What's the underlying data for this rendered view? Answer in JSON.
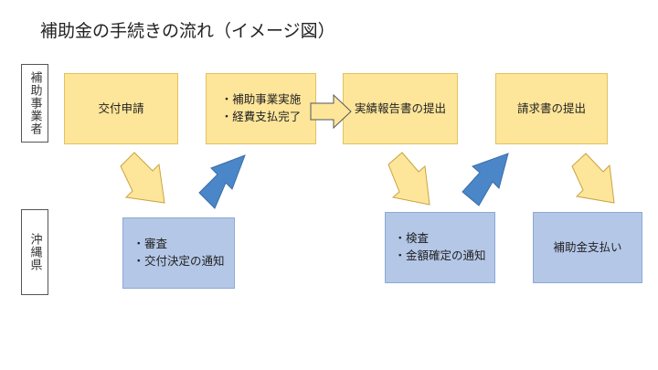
{
  "title": "補助金の手続きの流れ（イメージ図）",
  "lanes": {
    "applicant": "補助事業者",
    "okinawa": "沖縄県"
  },
  "steps": {
    "apply": "交付申請",
    "implement": [
      "補助事業実施",
      "経費支払完了"
    ],
    "report": "実績報告書の提出",
    "invoice": "請求書の提出",
    "review": [
      "審査",
      "交付決定の通知"
    ],
    "inspect": [
      "検査",
      "金額確定の通知"
    ],
    "payment": "補助金支払い"
  },
  "colors": {
    "applicant_box": "#fde59a",
    "okinawa_box": "#b4c7e7",
    "down_arrow": "#fde59a",
    "up_arrow": "#4a86c8"
  }
}
